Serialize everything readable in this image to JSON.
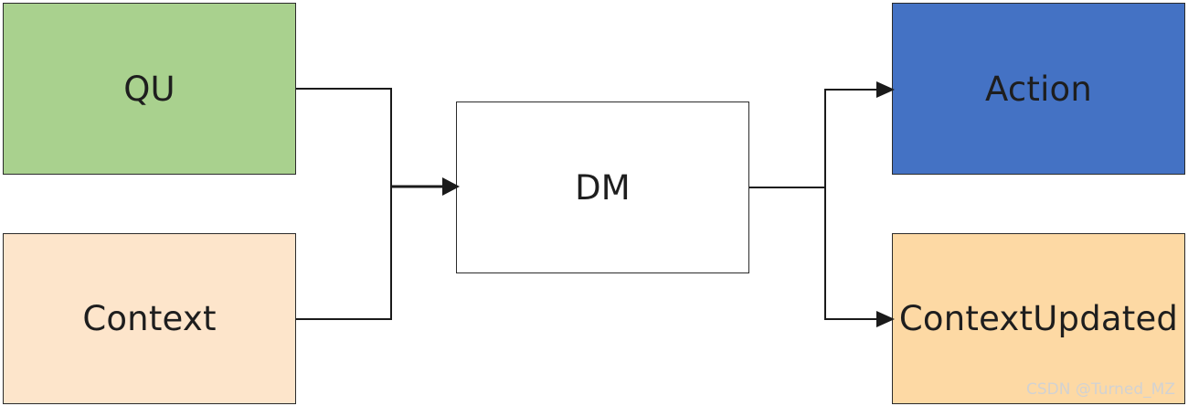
{
  "nodes": {
    "qu": "QU",
    "context": "Context",
    "dm": "DM",
    "action": "Action",
    "context_updated": "ContextUpdated"
  },
  "edges": [
    {
      "from": "QU",
      "to": "DM"
    },
    {
      "from": "Context",
      "to": "DM"
    },
    {
      "from": "DM",
      "to": "Action"
    },
    {
      "from": "DM",
      "to": "ContextUpdated"
    }
  ],
  "colors": {
    "qu": "#a9d18e",
    "context": "#fde5cb",
    "dm": "#ffffff",
    "action": "#4472c4",
    "context_updated": "#fdd9a4",
    "line": "#1a1a1a"
  },
  "watermark": "CSDN @Turned_MZ"
}
